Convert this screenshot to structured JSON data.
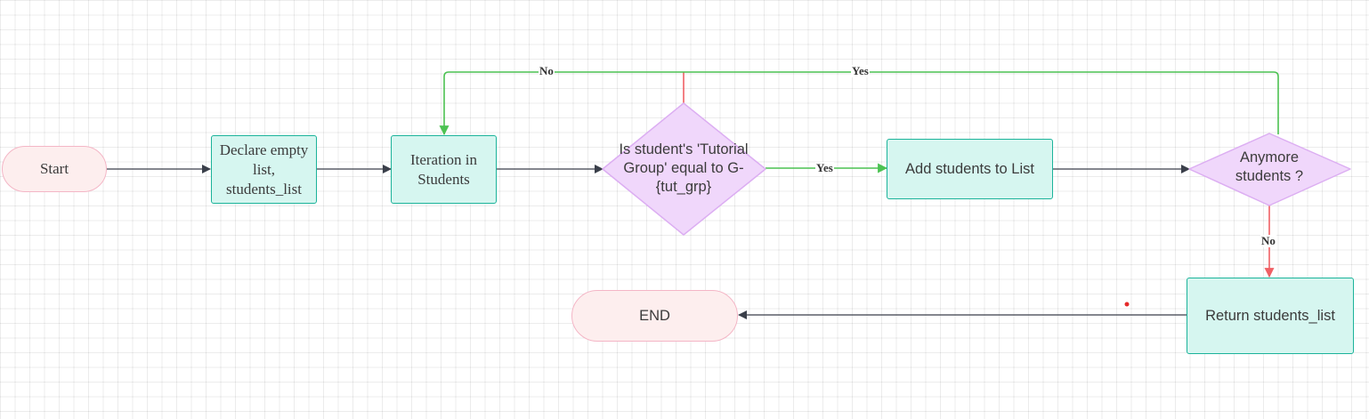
{
  "nodes": {
    "start": "Start",
    "declare": "Declare empty list, students_list",
    "iteration": "Iteration in Students",
    "decision_group": "Is student's 'Tutorial Group' equal to G-{tut_grp}",
    "add": "Add students to List",
    "decision_more": "Anymore students ?",
    "return": "Return students_list",
    "end": "END"
  },
  "edge_labels": {
    "group_no": "No",
    "group_yes": "Yes",
    "more_yes": "Yes",
    "more_no": "No"
  },
  "colors": {
    "terminal_fill": "#fdeeee",
    "terminal_border": "#f4b6c6",
    "process_fill": "#d6f6f0",
    "process_border": "#1bb39a",
    "decision_fill": "#f0d7fb",
    "decision_border": "#dcaef2",
    "arrow_default": "#3a3f4a",
    "arrow_yes": "#4cc252",
    "arrow_no": "#f06065"
  }
}
